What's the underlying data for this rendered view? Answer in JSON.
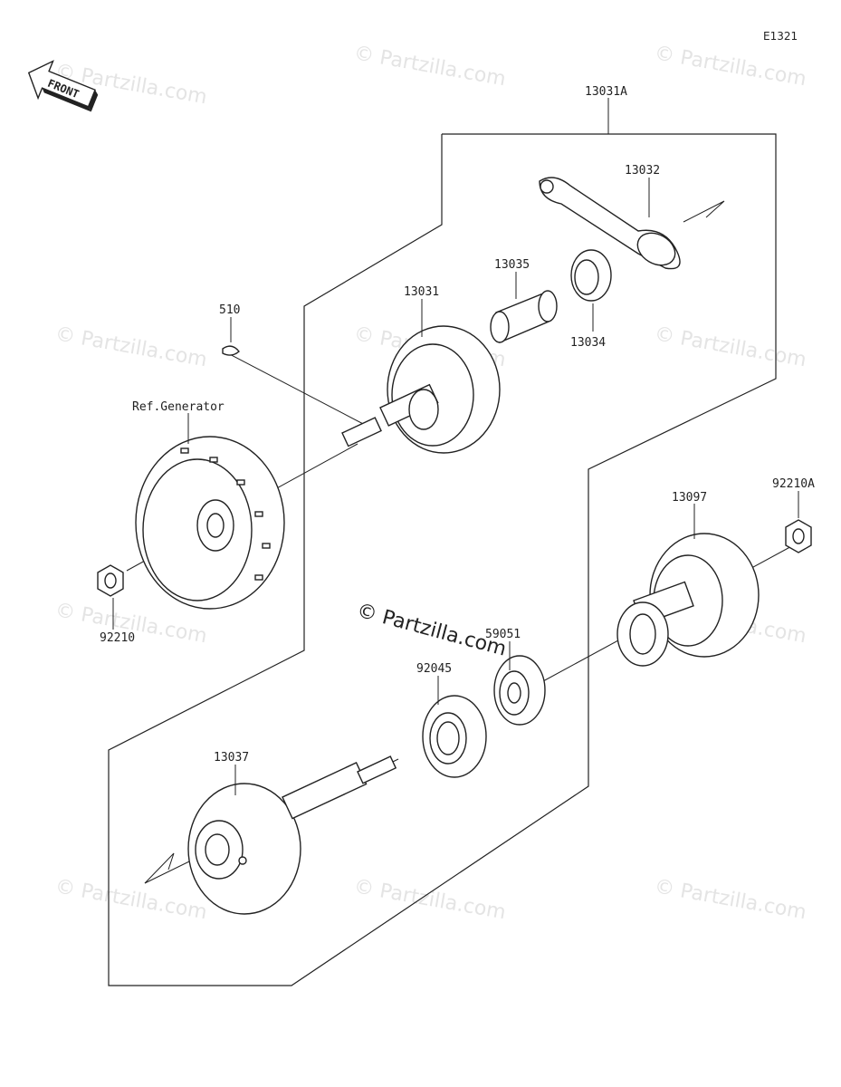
{
  "diagram_code": "E1321",
  "front_label": "FRONT",
  "watermark_text": "© Partzilla.com",
  "watermark_main_text": "© Partzilla.com",
  "parts": {
    "p13031A": "13031A",
    "p13032": "13032",
    "p13035": "13035",
    "p13034": "13034",
    "p13031": "13031",
    "p510": "510",
    "ref_generator": "Ref.Generator",
    "p92210": "92210",
    "p13097": "13097",
    "p92210A": "92210A",
    "p59051": "59051",
    "p92045": "92045",
    "p13037": "13037"
  }
}
